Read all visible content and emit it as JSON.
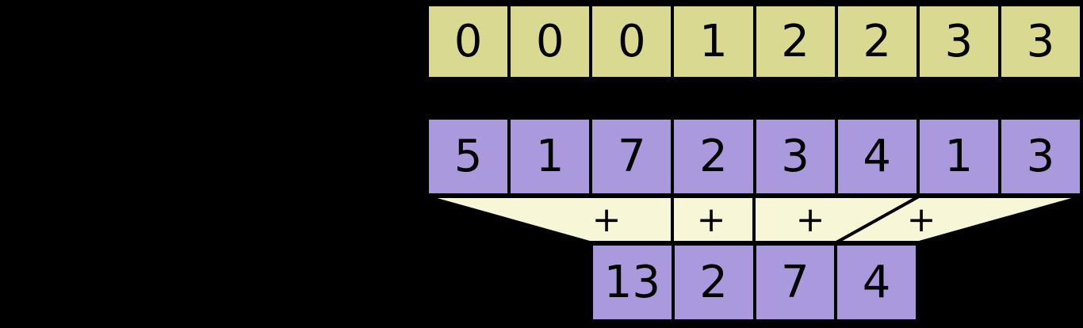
{
  "diagram": {
    "description_semantics": "segmented sum by key: values grouped by matching keys are reduced with +",
    "keys_row": {
      "cells": [
        "0",
        "0",
        "0",
        "1",
        "2",
        "2",
        "3",
        "3"
      ]
    },
    "values_row": {
      "cells": [
        "5",
        "1",
        "7",
        "2",
        "3",
        "4",
        "1",
        "3"
      ]
    },
    "operators": [
      "+",
      "+",
      "+",
      "+"
    ],
    "sums_row": {
      "cells": [
        "13",
        "2",
        "7",
        "4"
      ]
    },
    "colors": {
      "background": "#000000",
      "keys_fill": "#d9d992",
      "values_fill": "#aa99dd",
      "sums_fill": "#aa99dd",
      "funnel_fill": "#f7f7d8",
      "border": "#000000",
      "text": "#000000"
    }
  }
}
